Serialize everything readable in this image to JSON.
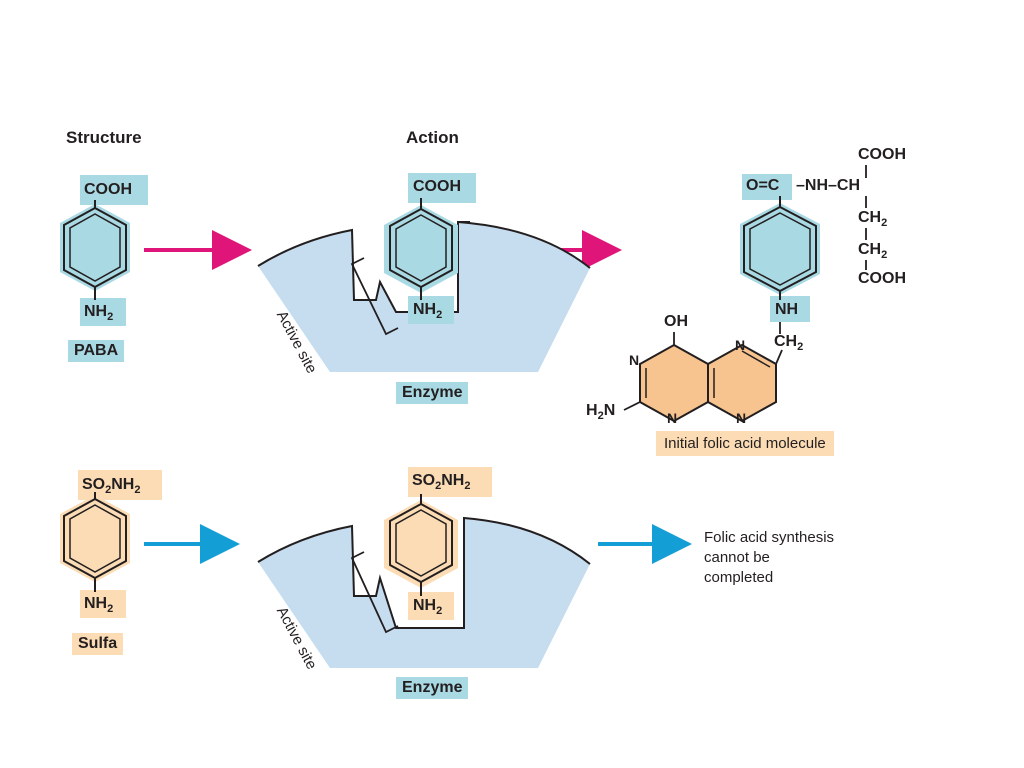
{
  "headers": {
    "structure": "Structure",
    "action": "Action"
  },
  "paba": {
    "top_group": "COOH",
    "bottom_group": "NH",
    "bottom_sub": "2",
    "name": "PABA"
  },
  "sulfa": {
    "top_group_a": "SO",
    "top_sub_a": "2",
    "top_group_b": "NH",
    "top_sub_b": "2",
    "bottom_group": "NH",
    "bottom_sub": "2",
    "name": "Sulfa"
  },
  "enzyme": {
    "label": "Enzyme",
    "active_site": "Active site"
  },
  "folic": {
    "cooh_top": "COOH",
    "co": "O=C",
    "nh_ch": "–NH–CH",
    "ch2": "CH",
    "ch2_sub": "2",
    "cooh_bottom": "COOH",
    "nh": "NH",
    "oh": "OH",
    "n": "N",
    "h2n_h": "H",
    "h2n_sub": "2",
    "h2n_n": "N",
    "caption": "Initial folic acid molecule"
  },
  "outcome": {
    "line1": "Folic acid synthesis",
    "line2": "cannot be",
    "line3": "completed"
  },
  "colors": {
    "paba_fill": "#a9d9e3",
    "sulfa_fill": "#fbdcb5",
    "enzyme_fill": "#c6dcef",
    "pteridine_fill": "#f7c38f",
    "arrow_magenta": "#e0157a",
    "arrow_cyan": "#139fd6",
    "line": "#231f20"
  }
}
